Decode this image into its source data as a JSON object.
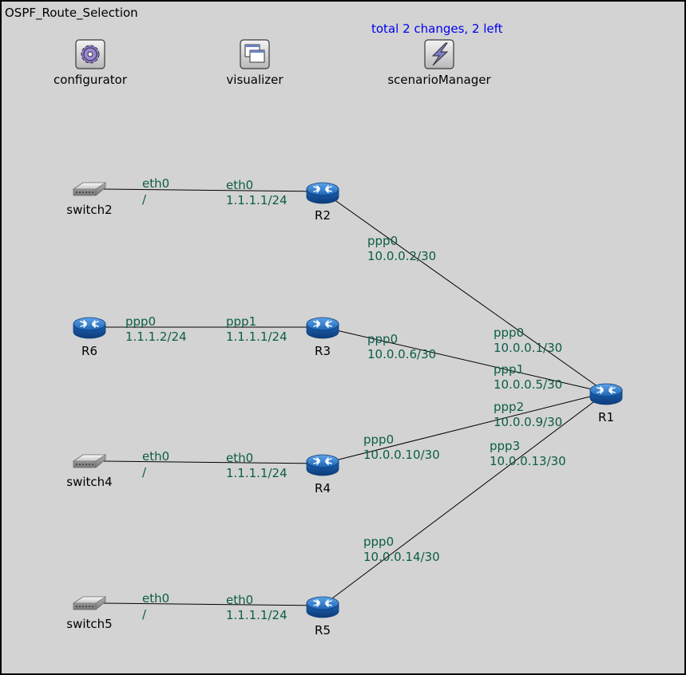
{
  "network": {
    "title": "OSPF_Route_Selection",
    "status": "total 2 changes, 2 left"
  },
  "modules": {
    "configurator": {
      "label": "configurator",
      "icon": "gear-icon"
    },
    "visualizer": {
      "label": "visualizer",
      "icon": "windows-icon"
    },
    "scenario_manager": {
      "label": "scenarioManager",
      "icon": "lightning-icon"
    }
  },
  "nodes": {
    "switch2": {
      "label": "switch2",
      "icon": "switch-icon"
    },
    "switch4": {
      "label": "switch4",
      "icon": "switch-icon"
    },
    "switch5": {
      "label": "switch5",
      "icon": "switch-icon"
    },
    "R1": {
      "label": "R1",
      "icon": "router-icon"
    },
    "R2": {
      "label": "R2",
      "icon": "router-icon"
    },
    "R3": {
      "label": "R3",
      "icon": "router-icon"
    },
    "R4": {
      "label": "R4",
      "icon": "router-icon"
    },
    "R5": {
      "label": "R5",
      "icon": "router-icon"
    },
    "R6": {
      "label": "R6",
      "icon": "router-icon"
    }
  },
  "links": {
    "switch2_R2": {
      "a_if": "eth0",
      "a_addr": "/",
      "b_if": "eth0",
      "b_addr": "1.1.1.1/24"
    },
    "R6_R3": {
      "a_if": "ppp0",
      "a_addr": "1.1.1.2/24",
      "b_if": "ppp1",
      "b_addr": "1.1.1.1/24"
    },
    "switch4_R4": {
      "a_if": "eth0",
      "a_addr": "/",
      "b_if": "eth0",
      "b_addr": "1.1.1.1/24"
    },
    "switch5_R5": {
      "a_if": "eth0",
      "a_addr": "/",
      "b_if": "eth0",
      "b_addr": "1.1.1.1/24"
    },
    "R2_R1": {
      "a_if": "ppp0",
      "a_addr": "10.0.0.2/30",
      "b_if": "ppp0",
      "b_addr": "10.0.0.1/30"
    },
    "R3_R1": {
      "a_if": "ppp0",
      "a_addr": "10.0.0.6/30",
      "b_if": "ppp1",
      "b_addr": "10.0.0.5/30"
    },
    "R4_R1": {
      "a_if": "ppp0",
      "a_addr": "10.0.0.10/30",
      "b_if": "ppp2",
      "b_addr": "10.0.0.9/30"
    },
    "R5_R1": {
      "a_if": "ppp0",
      "a_addr": "10.0.0.14/30",
      "b_if": "ppp3",
      "b_addr": "10.0.0.13/30"
    }
  },
  "colors": {
    "canvas_background": "#d3d3d3",
    "interface_label": "#0b5d46",
    "status_text": "#0000ee",
    "router_blue": "#1d64b5"
  }
}
